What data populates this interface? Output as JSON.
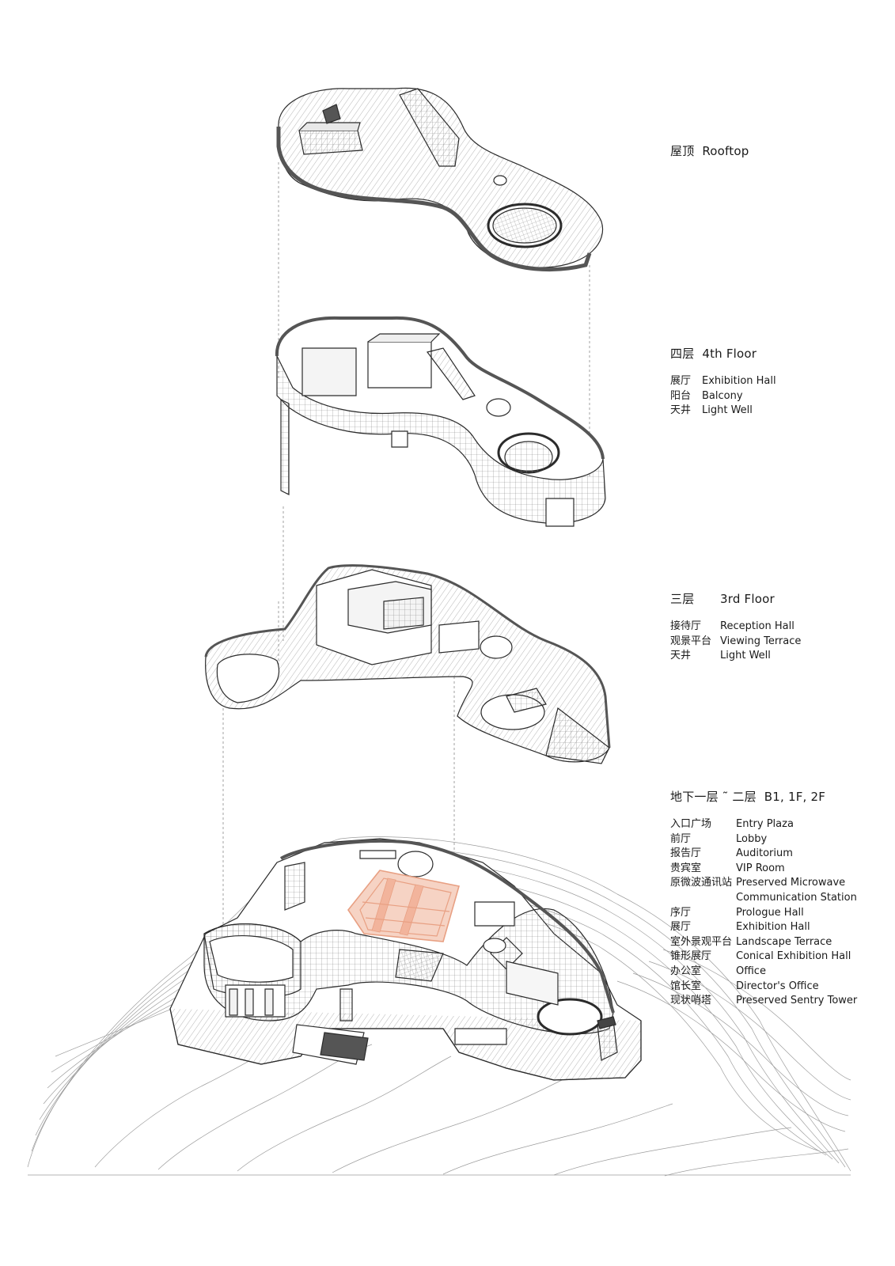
{
  "colors": {
    "line": "#2b2b2b",
    "wall": "#6e6e6e",
    "hatch": "#9a9a9a",
    "contour": "#8c8c8c",
    "highlight": "#e8a083",
    "highlight_fill": "#f6d3c4"
  },
  "levels": [
    {
      "id": "rooftop",
      "title_zh": "屋顶",
      "title_en": "Rooftop",
      "rooms": []
    },
    {
      "id": "fourth",
      "title_zh": "四层",
      "title_en": "4th Floor",
      "rooms": [
        {
          "zh": "展厅",
          "en": "Exhibition Hall"
        },
        {
          "zh": "阳台",
          "en": "Balcony"
        },
        {
          "zh": "天井",
          "en": "Light Well"
        }
      ]
    },
    {
      "id": "third",
      "title_zh": "三层",
      "title_en": "3rd Floor",
      "rooms": [
        {
          "zh": "接待厅",
          "en": "Reception Hall"
        },
        {
          "zh": "观景平台",
          "en": "Viewing Terrace"
        },
        {
          "zh": "天井",
          "en": "Light Well"
        }
      ]
    },
    {
      "id": "lower",
      "title_zh": "地下一层 ˜ 二层",
      "title_en": "B1, 1F, 2F",
      "rooms": [
        {
          "zh": "入口广场",
          "en": "Entry Plaza"
        },
        {
          "zh": "前厅",
          "en": "Lobby"
        },
        {
          "zh": "报告厅",
          "en": "Auditorium"
        },
        {
          "zh": "贵宾室",
          "en": "VIP Room"
        },
        {
          "zh": "原微波通讯站",
          "en": "Preserved Microwave"
        },
        {
          "zh": "",
          "en": "Communication Station"
        },
        {
          "zh": "序厅",
          "en": "Prologue Hall"
        },
        {
          "zh": "展厅",
          "en": "Exhibition Hall"
        },
        {
          "zh": "室外景观平台",
          "en": "Landscape Terrace"
        },
        {
          "zh": "锥形展厅",
          "en": "Conical Exhibition Hall"
        },
        {
          "zh": "办公室",
          "en": "Office"
        },
        {
          "zh": "馆长室",
          "en": "Director's Office"
        },
        {
          "zh": "现状哨塔",
          "en": "Preserved Sentry Tower"
        }
      ]
    }
  ]
}
